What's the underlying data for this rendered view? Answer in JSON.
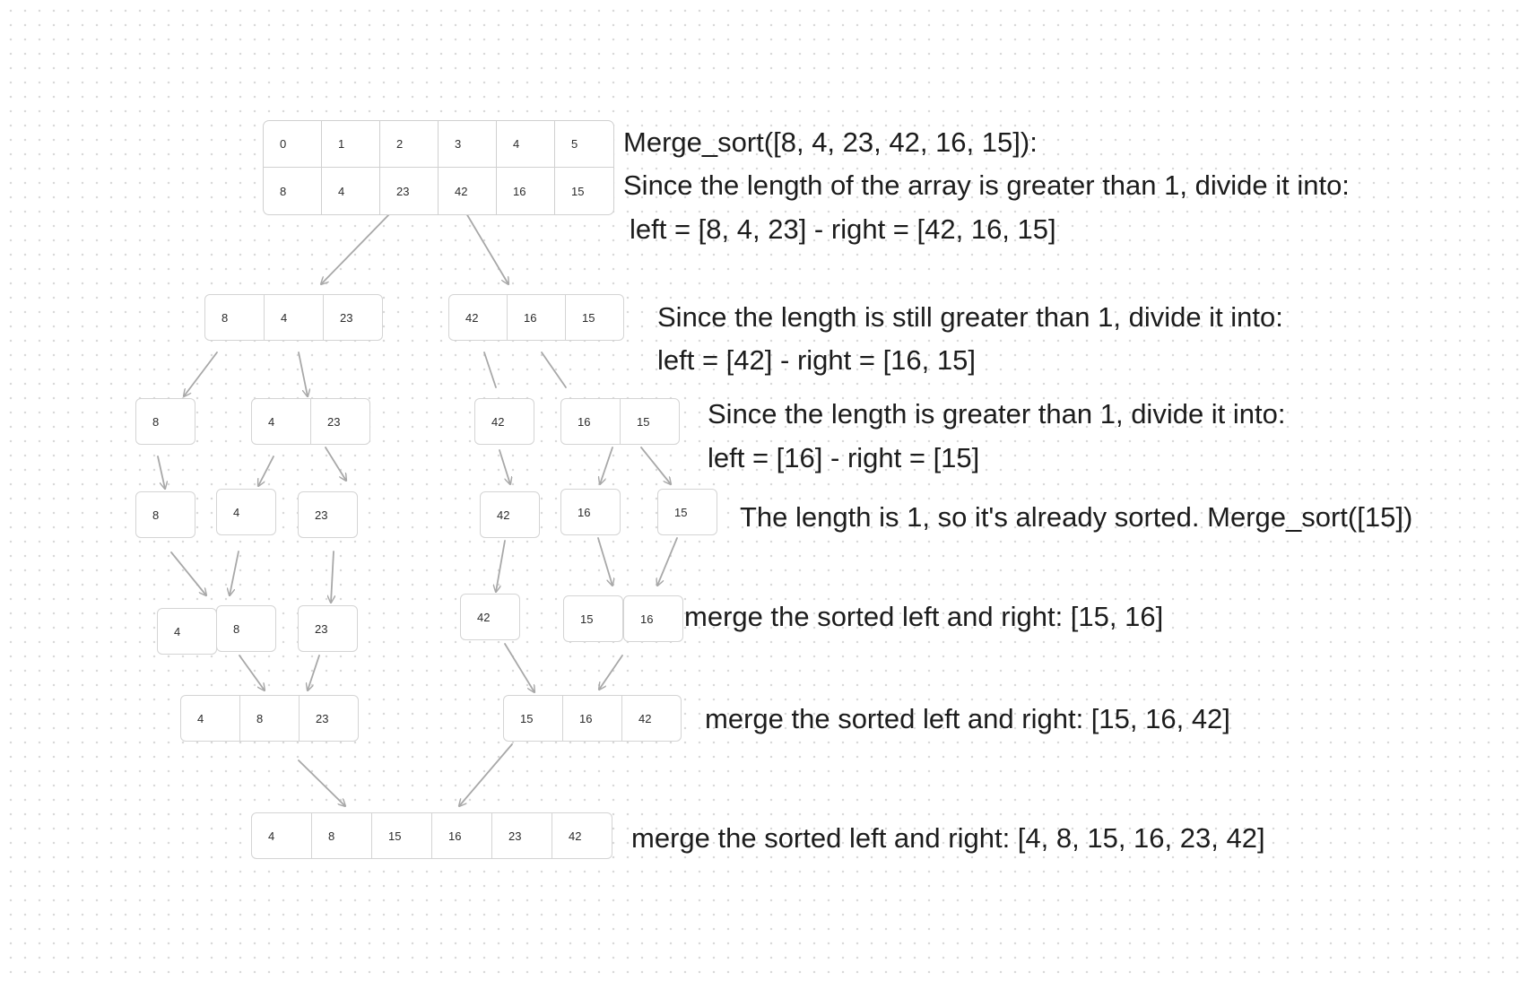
{
  "initial_array": {
    "indices": [
      "0",
      "1",
      "2",
      "3",
      "4",
      "5"
    ],
    "values": [
      "8",
      "4",
      "23",
      "42",
      "16",
      "15"
    ]
  },
  "level1": {
    "left": [
      "8",
      "4",
      "23"
    ],
    "right": [
      "42",
      "16",
      "15"
    ]
  },
  "level2": {
    "a": [
      "8"
    ],
    "b": [
      "4",
      "23"
    ],
    "c": [
      "42"
    ],
    "d": [
      "16",
      "15"
    ]
  },
  "level3": {
    "a": "8",
    "b": "4",
    "c": "23",
    "d": "42",
    "e": "16",
    "f": "15"
  },
  "level4": {
    "a": "4",
    "b": "8",
    "c": "23",
    "d": "42",
    "e": "15",
    "f": "16"
  },
  "level5": {
    "left": [
      "4",
      "8",
      "23"
    ],
    "right": [
      "15",
      "16",
      "42"
    ]
  },
  "final": [
    "4",
    "8",
    "15",
    "16",
    "23",
    "42"
  ],
  "notes": {
    "n1": "Merge_sort([8, 4, 23, 42, 16, 15]):",
    "n2": "Since the length of the array is greater than 1, divide it into:",
    "n3": "left = [8, 4, 23] - right = [42, 16, 15]",
    "n4": "Since the length is still greater than 1, divide it into:",
    "n5": "left = [42] - right = [16, 15]",
    "n6": "Since the length is greater than 1, divide it into:",
    "n7": "left = [16]  - right = [15]",
    "n8": "The length is 1, so it's already sorted. Merge_sort([15])",
    "n9": "merge the sorted left and right: [15, 16]",
    "n10": "merge the sorted left and right: [15, 16, 42]",
    "n11": "merge the sorted left and right: [4, 8, 15, 16, 23, 42]"
  },
  "colors": {
    "arrow": "#a8a8a8",
    "border": "#d4d4d4",
    "text": "#1c1c1c"
  }
}
